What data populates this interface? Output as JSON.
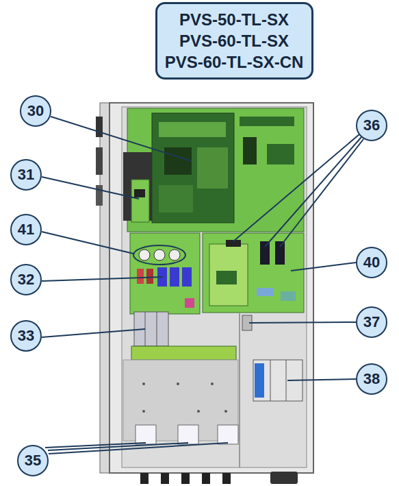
{
  "diagram": {
    "nodes": [
      {
        "text": [
          "PVS-50-TL-SX",
          "PVS-60-TL-SX",
          "PVS-60-TL-SX-CN"
        ]
      },
      {
        "text": [
          "30"
        ]
      },
      {
        "text": [
          "36"
        ]
      },
      {
        "text": [
          "31"
        ]
      },
      {
        "text": [
          "41"
        ]
      },
      {
        "text": [
          "40"
        ]
      },
      {
        "text": [
          "32"
        ]
      },
      {
        "text": [
          "37"
        ]
      },
      {
        "text": [
          "33"
        ]
      },
      {
        "text": [
          "38"
        ]
      },
      {
        "text": [
          "35"
        ]
      }
    ]
  }
}
